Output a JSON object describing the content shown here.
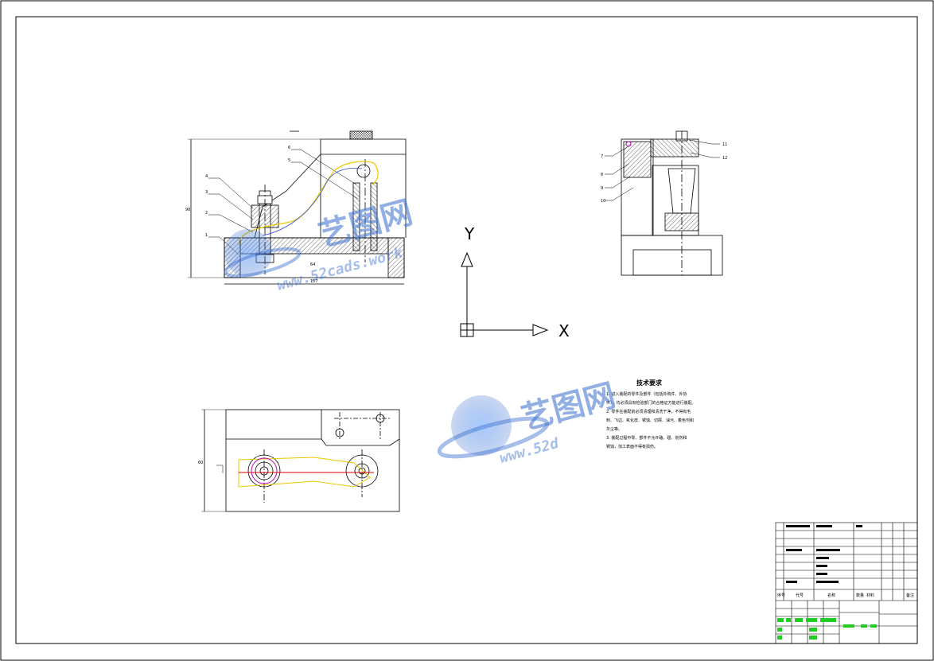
{
  "coord_axes": {
    "x_label": "X",
    "y_label": "Y"
  },
  "watermark": {
    "brand": "艺图网",
    "url_1": "www.52cads.work",
    "url_2": "www.52d",
    "color": "#3a6fd0"
  },
  "technical_notes": {
    "title": "技术要求",
    "lines": [
      "1. 进入装配的零件及部件（包括外购件、外协",
      "件），均必须具有检验部门的合格证方能进行装配。",
      "2. 零件在装配前必须清理和清洗干净，不得有毛",
      "刺、飞边、氧化皮、锈蚀、切屑、油污、着色剂和",
      "灰尘等。",
      "3. 装配过程中零、部件不允许磕、碰、划伤和",
      "锈蚀，加工表面不得有损伤。"
    ]
  },
  "dims": {
    "left_height": "90",
    "base_len": "157",
    "mid": "64",
    "plan_h": "60"
  },
  "callouts_front": [
    "4",
    "3",
    "2",
    "1",
    "6",
    "5"
  ],
  "callouts_side": [
    "7",
    "8",
    "9",
    "10",
    "11",
    "12"
  ],
  "title_block": {
    "h1": "序号",
    "h2": "代号",
    "h3": "名称",
    "h4": "数量",
    "h5": "材料",
    "h6": "备注"
  },
  "colors": {
    "line": "#000000",
    "yellow": "#e8c800",
    "red": "#e00000",
    "magenta": "#c000c0",
    "hatch": "#000000",
    "green": "#22cc22"
  }
}
